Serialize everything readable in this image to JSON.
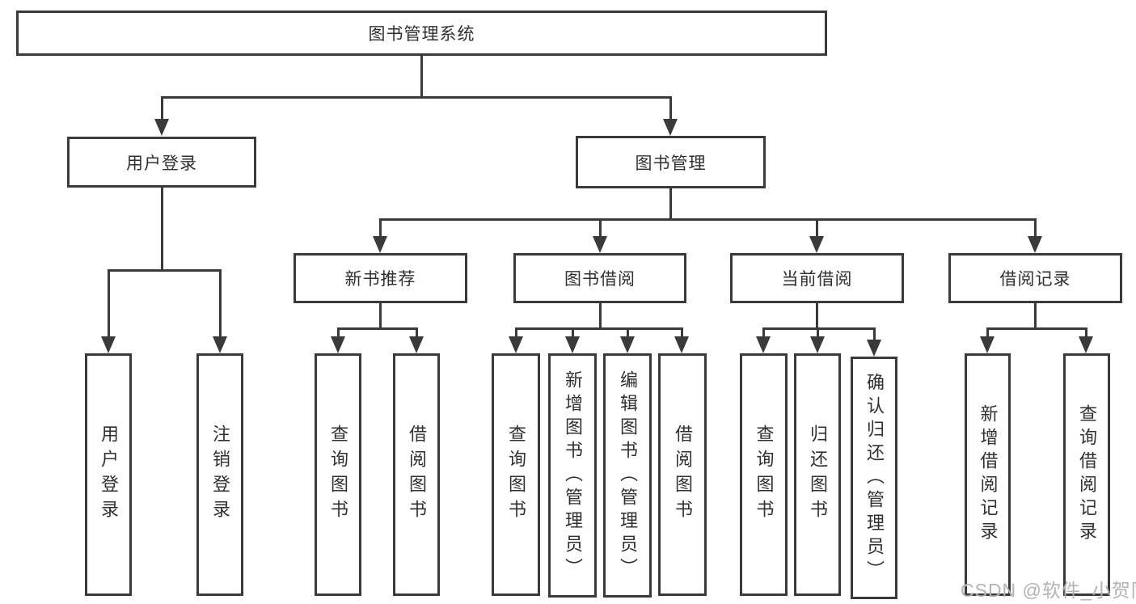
{
  "diagram_type": "hierarchy-tree",
  "tree": {
    "label": "图书管理系统",
    "children": [
      {
        "label": "用户登录",
        "children": [
          {
            "label": "用户登录"
          },
          {
            "label": "注销登录"
          }
        ]
      },
      {
        "label": "图书管理",
        "children": [
          {
            "label": "新书推荐",
            "children": [
              {
                "label": "查询图书"
              },
              {
                "label": "借阅图书"
              }
            ]
          },
          {
            "label": "图书借阅",
            "children": [
              {
                "label": "查询图书"
              },
              {
                "label": "新增图书（管理员）"
              },
              {
                "label": "编辑图书（管理员）"
              },
              {
                "label": "借阅图书"
              }
            ]
          },
          {
            "label": "当前借阅",
            "children": [
              {
                "label": "查询图书"
              },
              {
                "label": "归还图书"
              },
              {
                "label": "确认归还（管理员）"
              }
            ]
          },
          {
            "label": "借阅记录",
            "children": [
              {
                "label": "新增借阅记录"
              },
              {
                "label": "查询借阅记录"
              }
            ]
          }
        ]
      }
    ]
  },
  "watermark": {
    "text": "CSDN @软件_小贺同学"
  },
  "colors": {
    "line": "#3a3a3a",
    "box_fill": "#ffffff",
    "text": "#303030",
    "watermark": "#acacac",
    "background": "#ffffff"
  }
}
